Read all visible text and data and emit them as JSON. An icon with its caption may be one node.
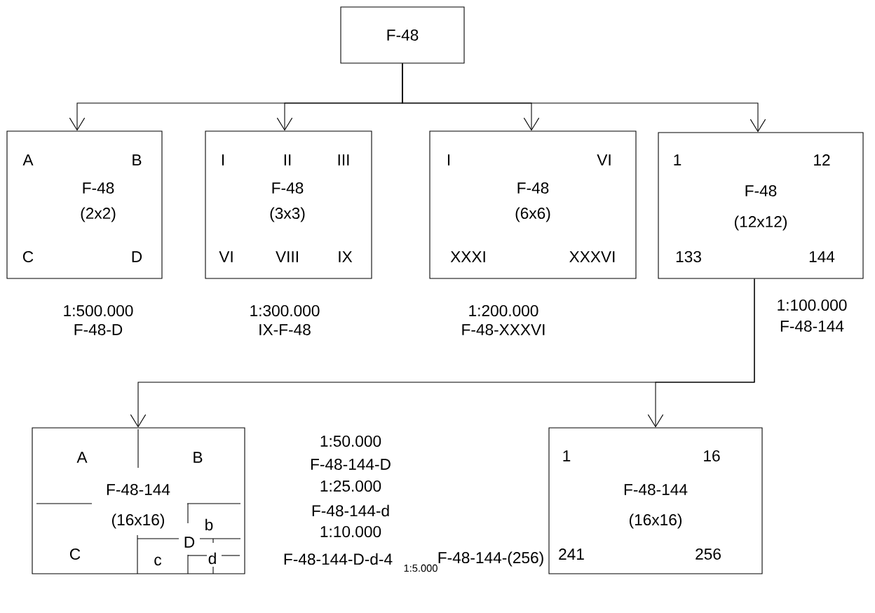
{
  "diagram": {
    "nodes": [
      {
        "text": [
          "F-48"
        ]
      },
      {
        "text": [
          "A",
          "B",
          "F-48",
          "(2x2)",
          "C",
          "D"
        ],
        "beside": [
          "1:500.000",
          "F-48-D"
        ]
      },
      {
        "text": [
          "I",
          "II",
          "III",
          "F-48",
          "(3x3)",
          "VI",
          "VIII",
          "IX"
        ],
        "beside": [
          "1:300.000",
          "IX-F-48"
        ]
      },
      {
        "text": [
          "I",
          "VI",
          "F-48",
          "(6x6)",
          "XXXI",
          "XXXVI"
        ],
        "beside": [
          "1:200.000",
          "F-48-XXXVI"
        ]
      },
      {
        "text": [
          "1",
          "12",
          "F-48",
          "(12x12)",
          "133",
          "144"
        ],
        "beside": [
          "1:100.000",
          "F-48-144"
        ]
      },
      {
        "text": [
          "A",
          "B",
          "F-48-144",
          "(16x16)",
          "C",
          "D",
          "b",
          "c",
          "d"
        ]
      },
      {
        "text": [
          "1",
          "16",
          "F-48-144",
          "(16x16)",
          "241",
          "256"
        ]
      }
    ],
    "edges": [
      {
        "from": 0,
        "to": 1,
        "arrow": "to"
      },
      {
        "from": 0,
        "to": 2,
        "arrow": "to"
      },
      {
        "from": 0,
        "to": 3,
        "arrow": "to"
      },
      {
        "from": 0,
        "to": 4,
        "arrow": "to"
      },
      {
        "from": 4,
        "to": 5,
        "arrow": "to"
      },
      {
        "from": 4,
        "to": 6,
        "arrow": "to"
      }
    ],
    "labels": [
      "1:50.000",
      "F-48-144-D",
      "1:25.000",
      "F-48-144-d",
      "1:10.000",
      "F-48-144-D-d-4",
      "1:5.000",
      "F-48-144-(256)"
    ]
  }
}
